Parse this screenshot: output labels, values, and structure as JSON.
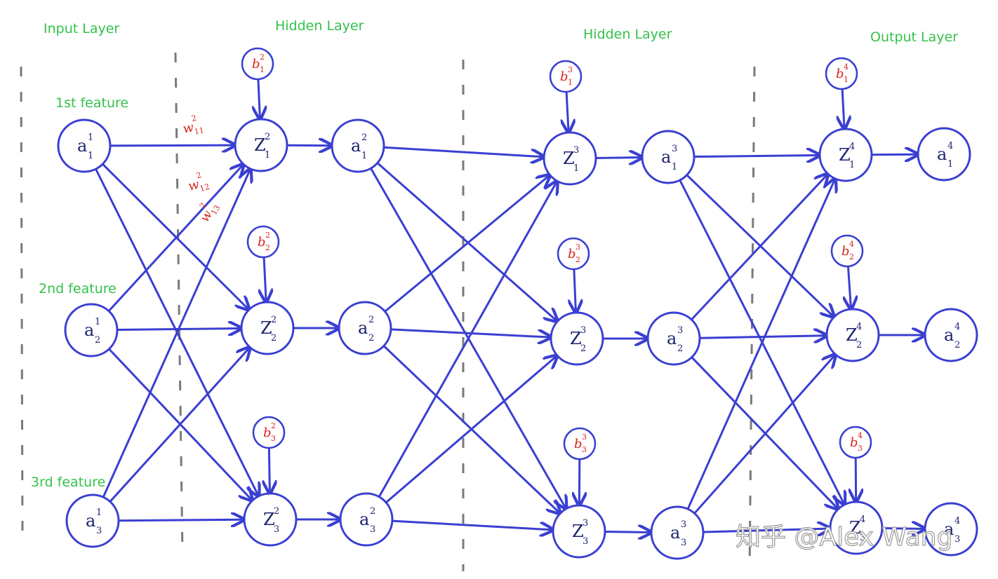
{
  "layer_labels": [
    "Input Layer",
    "Hidden Layer",
    "Hidden Layer",
    "Output Layer"
  ],
  "feature_labels": [
    "1st feature",
    "2nd feature",
    "3rd feature"
  ],
  "layers": [
    {
      "nodes": [
        {
          "base": "a",
          "sup": "1",
          "sub": "1"
        },
        {
          "base": "a",
          "sup": "1",
          "sub": "2"
        },
        {
          "base": "a",
          "sup": "1",
          "sub": "3"
        }
      ]
    },
    {
      "z": [
        {
          "base": "Z",
          "sup": "2",
          "sub": "1"
        },
        {
          "base": "Z",
          "sup": "2",
          "sub": "2"
        },
        {
          "base": "Z",
          "sup": "2",
          "sub": "3"
        }
      ],
      "a": [
        {
          "base": "a",
          "sup": "2",
          "sub": "1"
        },
        {
          "base": "a",
          "sup": "2",
          "sub": "2"
        },
        {
          "base": "a",
          "sup": "2",
          "sub": "3"
        }
      ],
      "b": [
        {
          "base": "b",
          "sup": "2",
          "sub": "1"
        },
        {
          "base": "b",
          "sup": "2",
          "sub": "2"
        },
        {
          "base": "b",
          "sup": "2",
          "sub": "3"
        }
      ]
    },
    {
      "z": [
        {
          "base": "Z",
          "sup": "3",
          "sub": "1"
        },
        {
          "base": "Z",
          "sup": "3",
          "sub": "2"
        },
        {
          "base": "Z",
          "sup": "3",
          "sub": "3"
        }
      ],
      "a": [
        {
          "base": "a",
          "sup": "3",
          "sub": "1"
        },
        {
          "base": "a",
          "sup": "3",
          "sub": "2"
        },
        {
          "base": "a",
          "sup": "3",
          "sub": "3"
        }
      ],
      "b": [
        {
          "base": "b",
          "sup": "3",
          "sub": "1"
        },
        {
          "base": "b",
          "sup": "3",
          "sub": "2"
        },
        {
          "base": "b",
          "sup": "3",
          "sub": "3"
        }
      ]
    },
    {
      "z": [
        {
          "base": "Z",
          "sup": "4",
          "sub": "1"
        },
        {
          "base": "Z",
          "sup": "4",
          "sub": "2"
        },
        {
          "base": "Z",
          "sup": "4",
          "sub": "3"
        }
      ],
      "a": [
        {
          "base": "a",
          "sup": "4",
          "sub": "1"
        },
        {
          "base": "a",
          "sup": "4",
          "sub": "2"
        },
        {
          "base": "a",
          "sup": "4",
          "sub": "3"
        }
      ],
      "b": [
        {
          "base": "b",
          "sup": "4",
          "sub": "1"
        },
        {
          "base": "b",
          "sup": "4",
          "sub": "2"
        },
        {
          "base": "b",
          "sup": "4",
          "sub": "3"
        }
      ]
    }
  ],
  "weights": [
    {
      "base": "w",
      "sup": "2",
      "sub": "11"
    },
    {
      "base": "w",
      "sup": "2",
      "sub": "12"
    },
    {
      "base": "w",
      "sup": "2",
      "sub": "13"
    }
  ],
  "watermark": "知乎 @Alex Wang",
  "colors": {
    "edge": "#3a3fd1",
    "label": "#33c24a",
    "annotation": "#d8261e"
  }
}
